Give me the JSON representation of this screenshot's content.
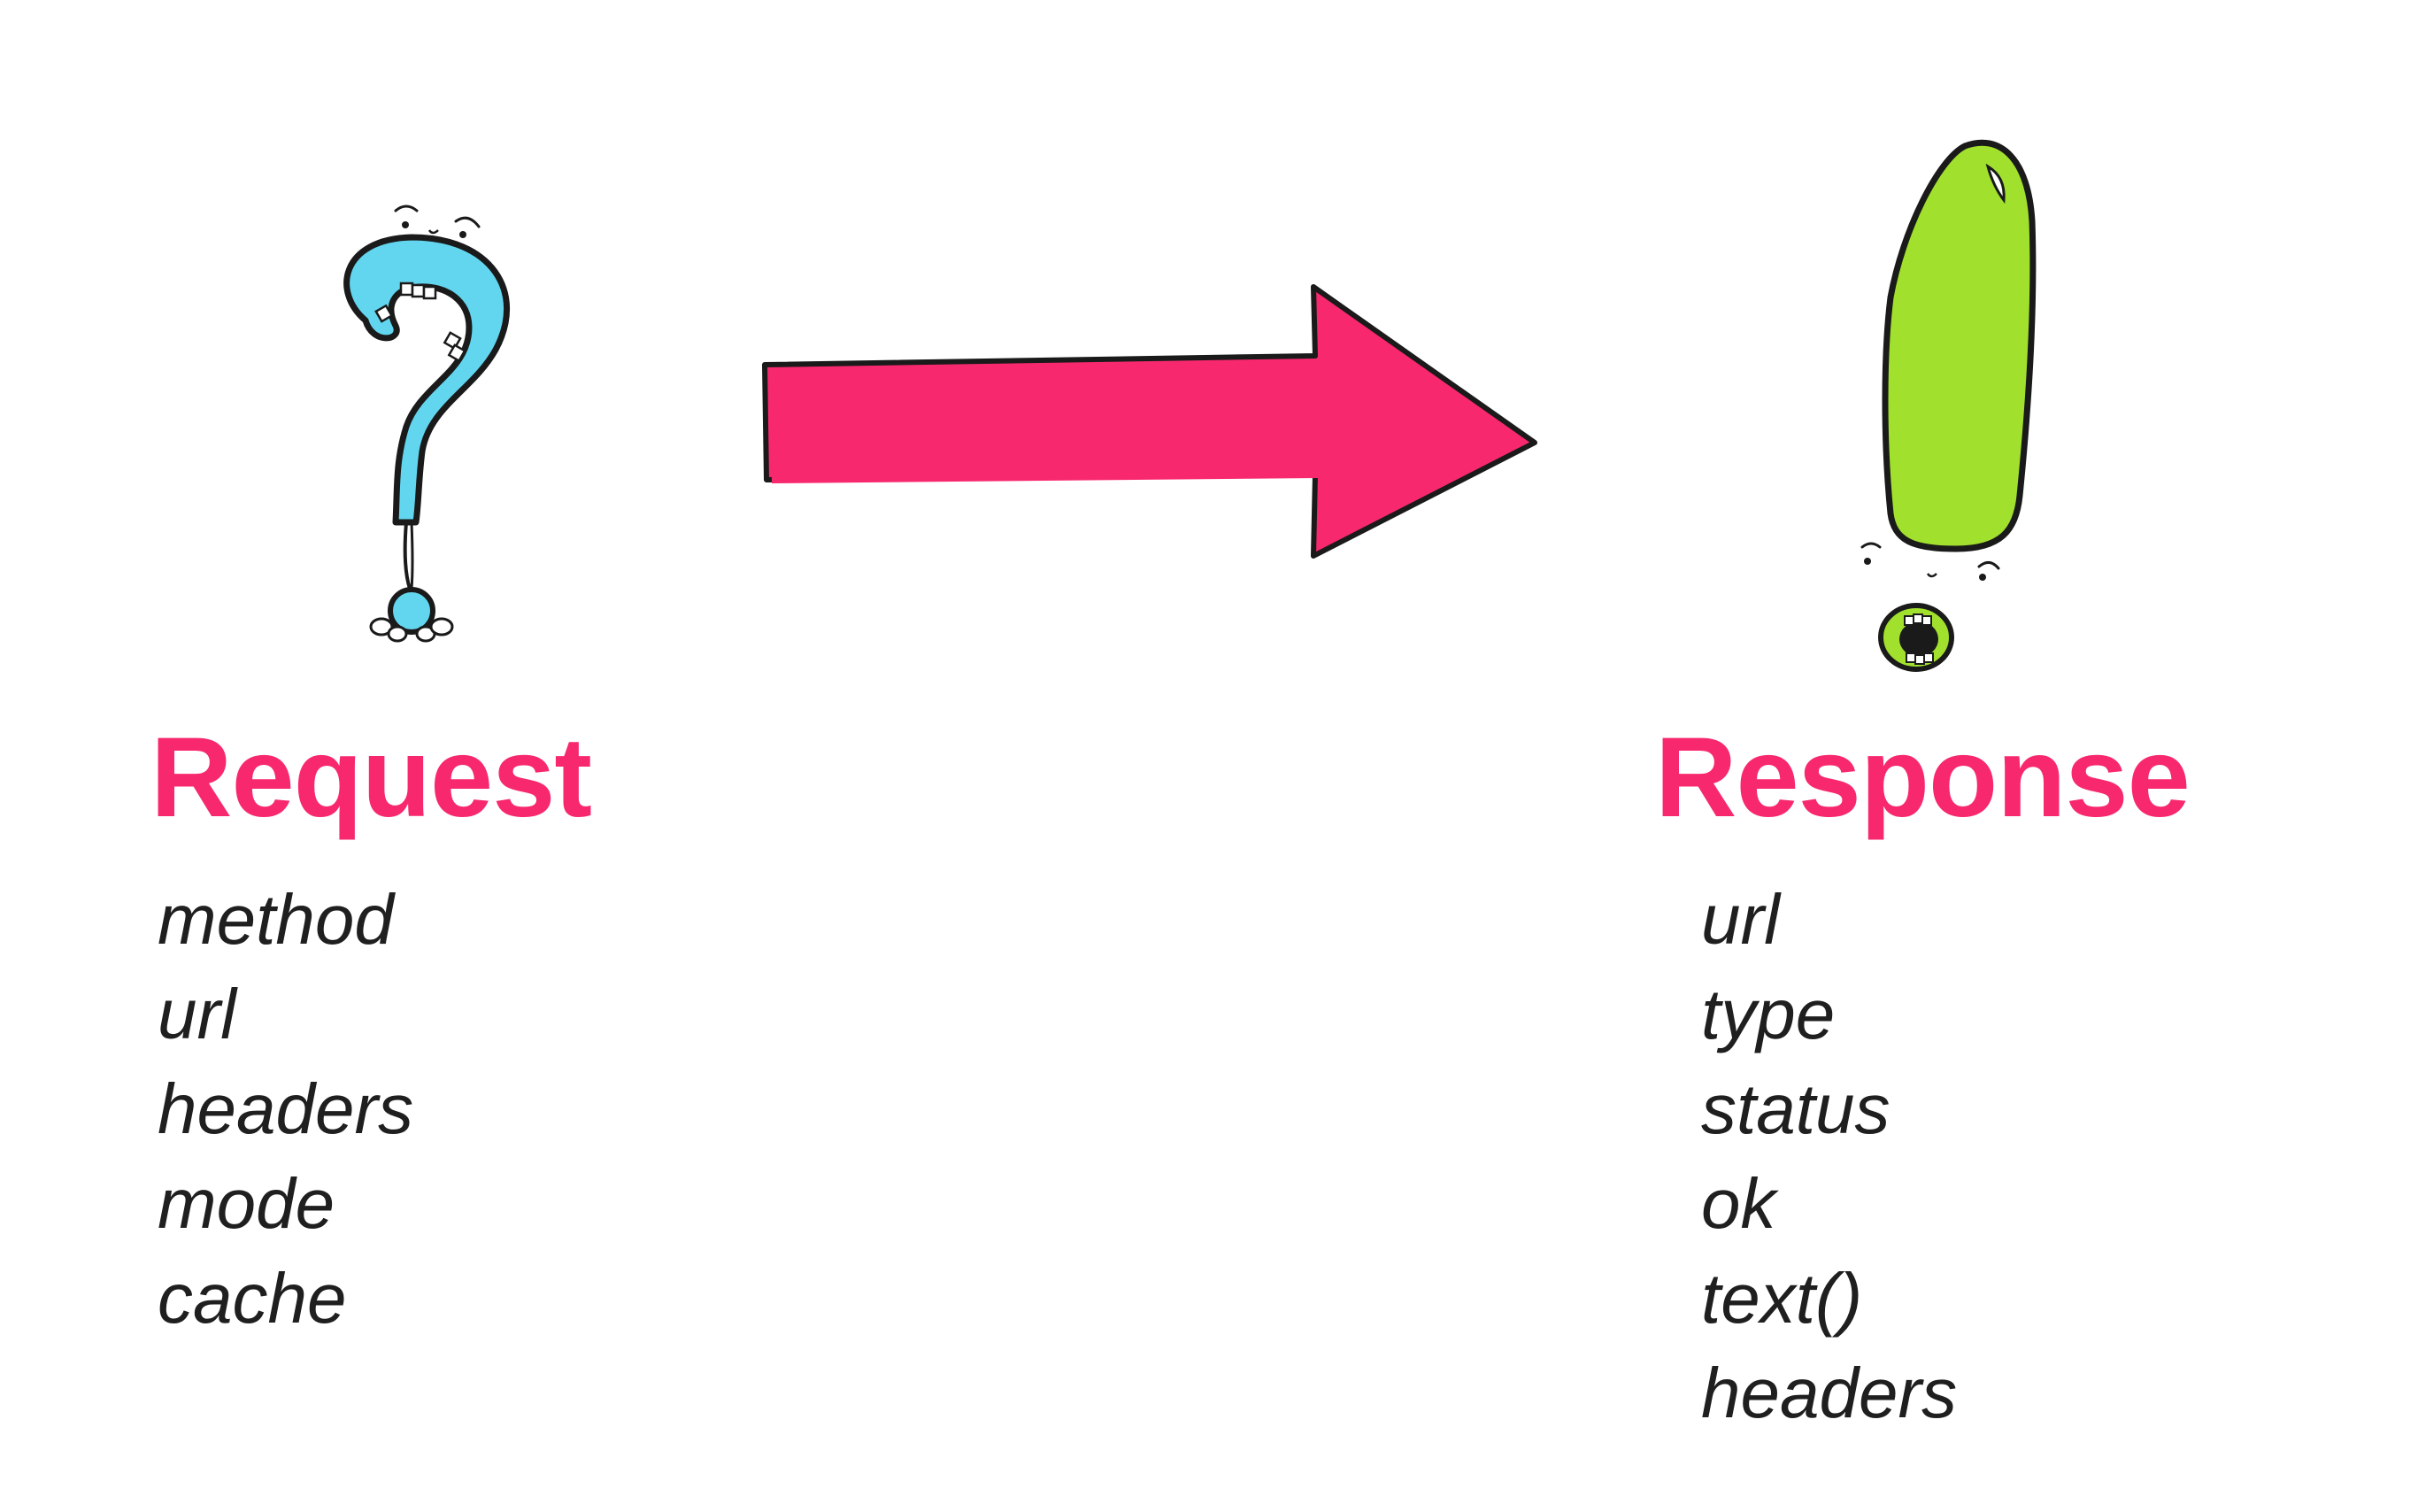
{
  "colors": {
    "accent": "#f8286f",
    "question_fill": "#63d6ef",
    "exclaim_fill": "#a1e12e",
    "outline": "#1a1a1a",
    "text": "#1f1f1f"
  },
  "request": {
    "title": "Request",
    "icon": "question-mark-character-icon",
    "properties": [
      "method",
      "url",
      "headers",
      "mode",
      "cache"
    ]
  },
  "arrow": {
    "icon": "right-arrow-icon"
  },
  "response": {
    "title": "Response",
    "icon": "exclamation-mark-character-icon",
    "properties": [
      "url",
      "type",
      "status",
      "ok",
      "text()",
      "headers"
    ]
  }
}
